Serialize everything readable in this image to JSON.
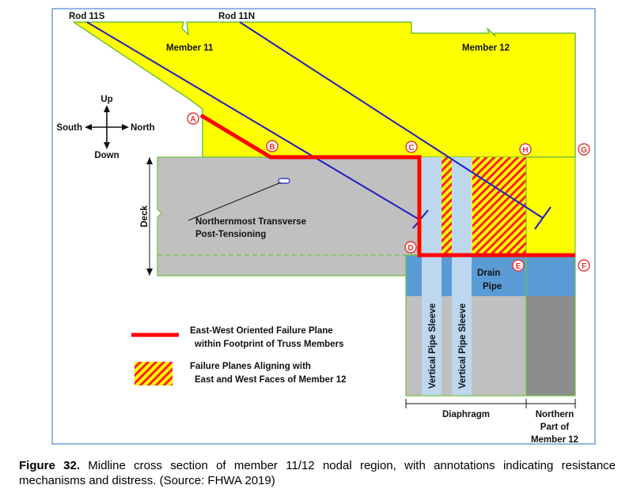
{
  "labels": {
    "rod_11s": "Rod 11S",
    "rod_11n": "Rod 11N",
    "member_11": "Member 11",
    "member_12": "Member 12",
    "compass_up": "Up",
    "compass_down": "Down",
    "compass_south": "South",
    "compass_north": "North",
    "deck": "Deck",
    "transverse_pt_line1": "Northernmost Transverse",
    "transverse_pt_line2": "Post-Tensioning",
    "drain_pipe_line1": "Drain",
    "drain_pipe_line2": "Pipe",
    "vertical_pipe_sleeve": "Vertical Pipe Sleeve",
    "diaphragm": "Diaphragm",
    "northern_part_line1": "Northern",
    "northern_part_line2": "Part of",
    "northern_part_line3": "Member 12"
  },
  "points": [
    "A",
    "B",
    "C",
    "D",
    "E",
    "F",
    "G",
    "H"
  ],
  "legend": {
    "failure_plane_line1": "East-West Oriented Failure Plane",
    "failure_plane_line2": "within Footprint of Truss Members",
    "hatched_line1": "Failure Planes Aligning with",
    "hatched_line2": "East and West Faces of Member 12"
  },
  "caption": {
    "label": "Figure 32.",
    "text": " Midline cross section of member 11/12 nodal region, with annotations indicating resistance mechanisms and distress. (Source: FHWA 2019)"
  },
  "colors": {
    "member_fill": "#ffff00",
    "member_outline": "#70c040",
    "deck_fill": "#c0c0c0",
    "failure_line": "#ff0000",
    "rod_line": "#1f1fbf",
    "drain_blue": "#5b9bd5",
    "sleeve_blue": "#bdd7ee",
    "northern_gray": "#8c8c8c",
    "frame_border": "#6aa0d8"
  }
}
